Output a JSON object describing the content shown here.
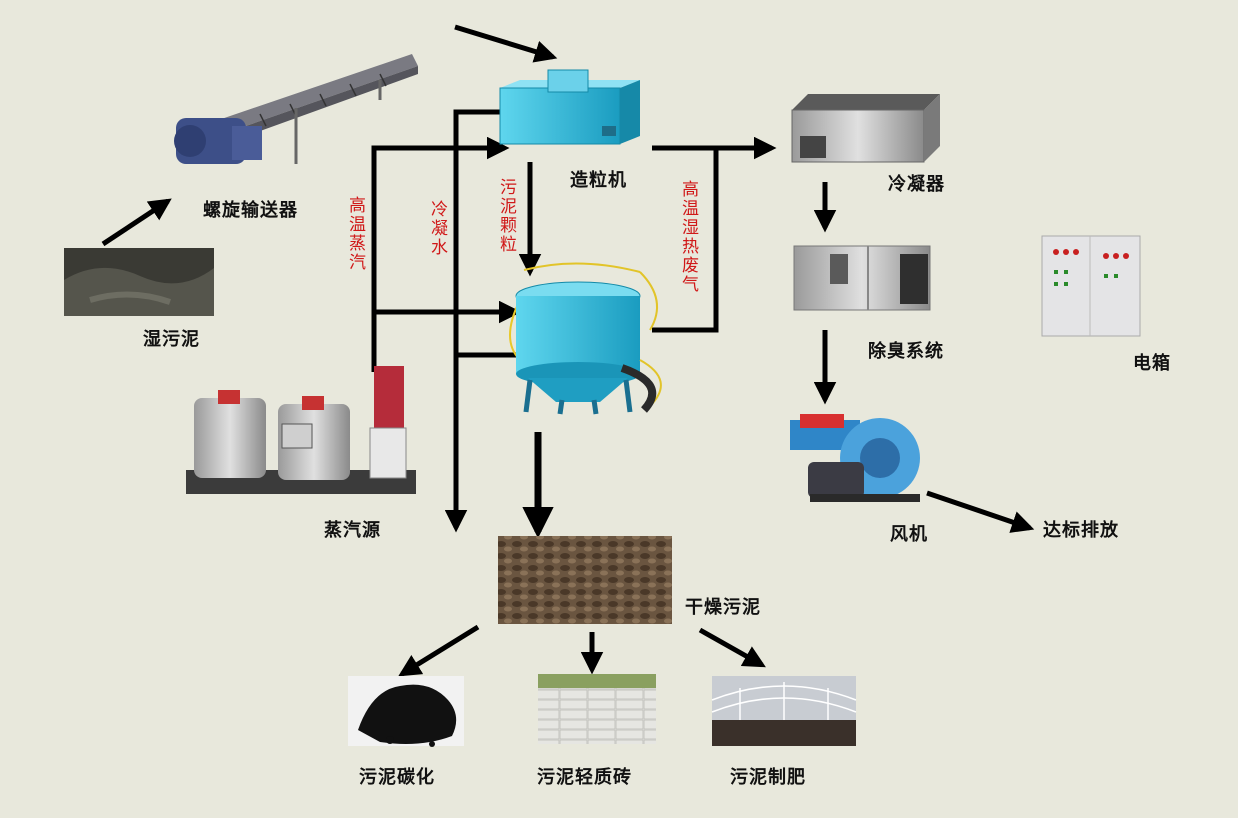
{
  "nodes": {
    "wet_sludge": "湿污泥",
    "screw_conveyor": "螺旋输送器",
    "granulator": "造粒机",
    "condenser": "冷凝器",
    "deodorization": "除臭系统",
    "electric_box": "电箱",
    "fan": "风机",
    "discharge": "达标排放",
    "steam_source": "蒸汽源",
    "dried_sludge": "干燥污泥",
    "carbonization": "污泥碳化",
    "light_brick": "污泥轻质砖",
    "fertilizer": "污泥制肥"
  },
  "flows": {
    "high_temp_steam": "高温蒸汽",
    "condensate_water": "冷凝水",
    "sludge_granules": "污泥颗粒",
    "hot_humid_exhaust": "高温湿热废气"
  },
  "colors": {
    "background": "#e8e8dc",
    "arrow": "#000000",
    "flow_label": "#d01818",
    "equipment_cyan": "#29b8d8"
  }
}
